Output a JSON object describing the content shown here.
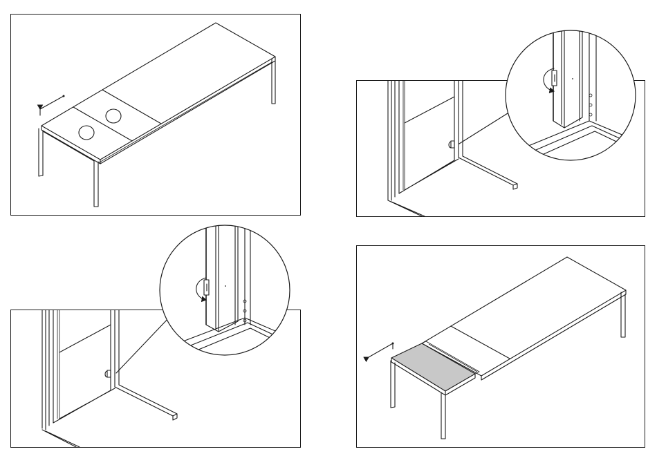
{
  "figure": {
    "steps": [
      {
        "name": "table-with-extension-closed"
      },
      {
        "name": "release-latch-detail-right"
      },
      {
        "name": "release-latch-detail-left"
      },
      {
        "name": "table-with-extension-pulled-out"
      }
    ],
    "colors": {
      "line": "#1a1a1a",
      "highlight_leaf": "#c8c8c8",
      "background": "#ffffff"
    }
  }
}
